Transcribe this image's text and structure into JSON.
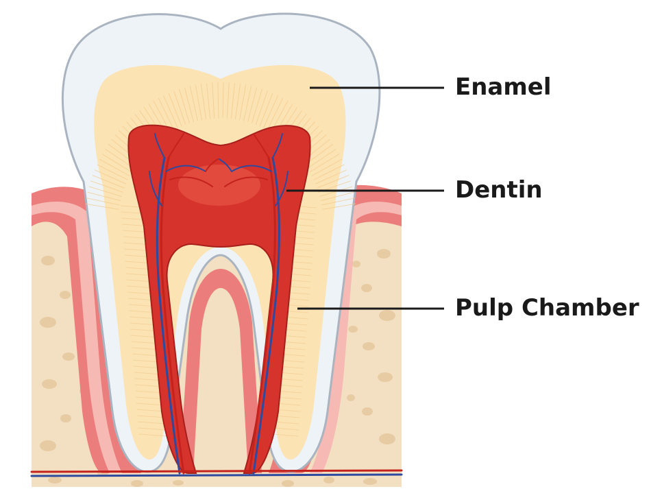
{
  "labels": {
    "enamel": "Enamel",
    "dentin": "Dentin",
    "pulp_chamber": "Pulp Chamber"
  },
  "colors": {
    "enamel": "#eef3f8",
    "enamel_edge": "#aab4c0",
    "dentin": "#fbe3b4",
    "dentin_ray": "#f2c98a",
    "pulp": "#d6332c",
    "pulp_edge": "#a71f1b",
    "pulp_inner": "#e14a3c",
    "gum": "#eb7e7c",
    "gum_light": "#f6b9b3",
    "bone": "#f3dfc1",
    "bone_pore": "#e7cba3",
    "artery": "#c4221d",
    "vein": "#2e4a9e",
    "leader_line": "#1a1a1a"
  }
}
